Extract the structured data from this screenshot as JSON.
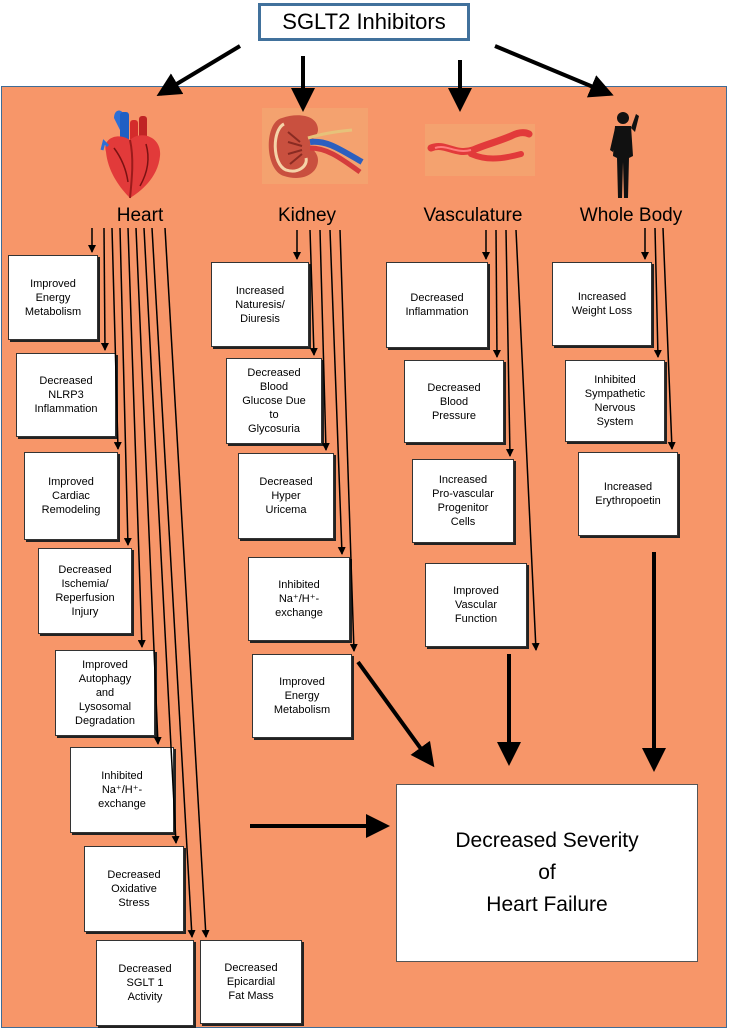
{
  "title": "SGLT2 Inhibitors",
  "columns": {
    "heart": {
      "label": "Heart",
      "icon": "heart-icon",
      "boxes": [
        "Improved\nEnergy\nMetabolism",
        "Decreased\nNLRP3\nInflammation",
        "Improved\nCardiac\nRemodeling",
        "Decreased\nIschemia/\nReperfusion\nInjury",
        "Improved\nAutophagy\nand\nLysosomal\nDegradation",
        "Inhibited\nNa⁺/H⁺-\nexchange",
        "Decreased\nOxidative\nStress",
        "Decreased\nSGLT 1\nActivity",
        "Decreased\nEpicardial\nFat Mass"
      ]
    },
    "kidney": {
      "label": "Kidney",
      "icon": "kidney-icon",
      "boxes": [
        "Increased\nNaturesis/\nDiuresis",
        "Decreased\nBlood\nGlucose Due\nto\nGlycosuria",
        "Decreased\nHyper\nUricema",
        "Inhibited\nNa⁺/H⁺-\nexchange",
        "Improved\nEnergy\nMetabolism"
      ]
    },
    "vasculature": {
      "label": "Vasculature",
      "icon": "blood-vessel-icon",
      "boxes": [
        "Decreased\nInflammation",
        "Decreased\nBlood\nPressure",
        "Increased\nPro-vascular\nProgenitor\nCells",
        "Improved\nVascular\nFunction"
      ]
    },
    "whole_body": {
      "label": "Whole Body",
      "icon": "human-silhouette-icon",
      "boxes": [
        "Increased\nWeight Loss",
        "Inhibited\nSympathetic\nNervous\nSystem",
        "Increased\nErythropoetin"
      ]
    }
  },
  "outcome": "Decreased Severity\nof\nHeart Failure",
  "colors": {
    "panel": "#f79669",
    "title_border": "#41719c",
    "arrow": "#000000"
  }
}
